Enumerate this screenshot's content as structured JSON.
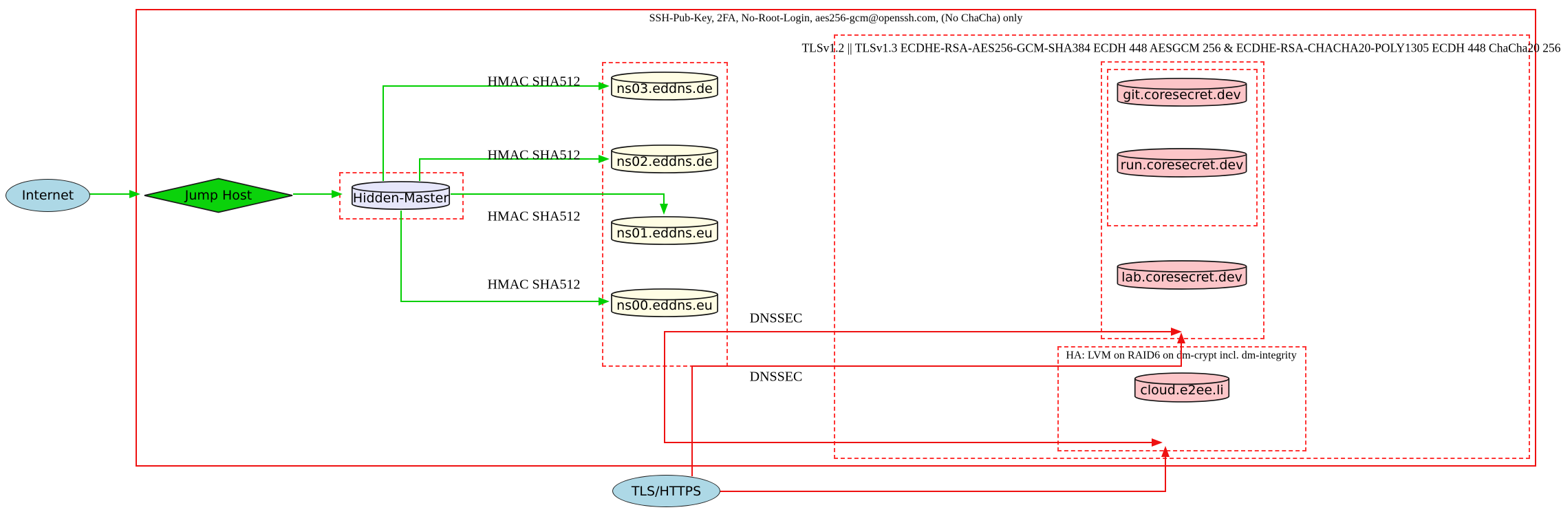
{
  "diagram": {
    "clusters": {
      "ssh": {
        "label": "SSH-Pub-Key, 2FA, No-Root-Login, aes256-gcm@openssh.com, (No ChaCha) only"
      },
      "tls": {
        "label": "TLSv1.2 || TLSv1.3 ECDHE-RSA-AES256-GCM-SHA384 ECDH 448 AESGCM 256 & ECDHE-RSA-CHACHA20-POLY1305 ECDH 448 ChaCha20 256"
      },
      "ha": {
        "label": "HA: LVM on RAID6 on dm-crypt incl. dm-integrity"
      }
    },
    "nodes": {
      "internet": {
        "label": "Internet"
      },
      "jump_host": {
        "label": "Jump Host"
      },
      "hidden_master": {
        "label": "Hidden-Master"
      },
      "ns03": {
        "label": "ns03.eddns.de"
      },
      "ns02": {
        "label": "ns02.eddns.de"
      },
      "ns01": {
        "label": "ns01.eddns.eu"
      },
      "ns00": {
        "label": "ns00.eddns.eu"
      },
      "git": {
        "label": "git.coresecret.dev"
      },
      "run": {
        "label": "run.coresecret.dev"
      },
      "lab": {
        "label": "lab.coresecret.dev"
      },
      "cloud": {
        "label": "cloud.e2ee.li"
      },
      "tls_https": {
        "label": "TLS/HTTPS"
      }
    },
    "edge_labels": {
      "hmac1": "HMAC SHA512",
      "hmac2": "HMAC SHA512",
      "hmac3": "HMAC SHA512",
      "hmac4": "HMAC SHA512",
      "dnssec1": "DNSSEC",
      "dnssec2": "DNSSEC"
    },
    "colors": {
      "edge_green": "#00cf00",
      "edge_red": "#ee1111",
      "cluster_border_red": "#ff3434",
      "outer_border_red": "#ee1010",
      "internet_fill": "#add8e6",
      "tls_https_fill": "#add8e6",
      "jump_host_fill": "#0bd20b",
      "hidden_master_fill": "#e6e6fa",
      "nameserver_fill": "#fffde4",
      "service_fill": "#fcc5c8"
    }
  }
}
